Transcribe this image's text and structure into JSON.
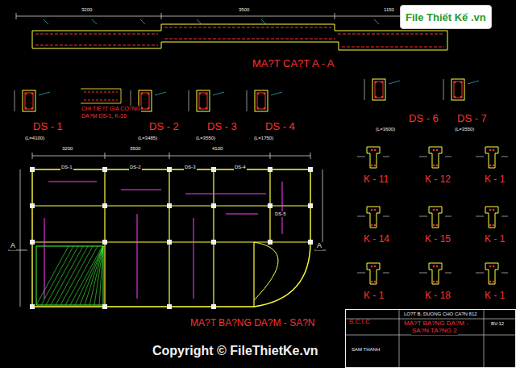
{
  "diagram": {
    "nodes": [
      {
        "text": [
          "File Thiết Kế .vn"
        ]
      },
      {
        "text": [
          "S.C.I.C"
        ]
      }
    ],
    "labels": [
      "MA?T CA?T A - A",
      "CHI TIE?T GIA CO?NG",
      "DA?M DS-1, K-16",
      "DS - 1",
      "DS - 2",
      "DS - 3",
      "DS - 4",
      "DS - 6",
      "DS - 7",
      "(L=4100)",
      "(L=3485)",
      "(L=3550)",
      "(L=1750)",
      "(L=3600)",
      "(L=3550)",
      "K - 11",
      "K - 12",
      "K - 1",
      "K - 14",
      "K - 15",
      "K - 1",
      "K - 1",
      "K - 18",
      "K - 1",
      "MA?T BA?NG DA?M - SA?N",
      "3200",
      "3500",
      "1150",
      "3200",
      "3500",
      "4100",
      "DS-1",
      "DS-2",
      "DS-3",
      "DS-4",
      "DS-5",
      "A",
      "A",
      "MA?T BA?NG DA?M -",
      "SA?N TA?NG 2",
      "LO?T B, DUONG CHO CA?N 812",
      "SAM THANH",
      "BV:12",
      "Copyright © FileThietKe.vn"
    ]
  }
}
